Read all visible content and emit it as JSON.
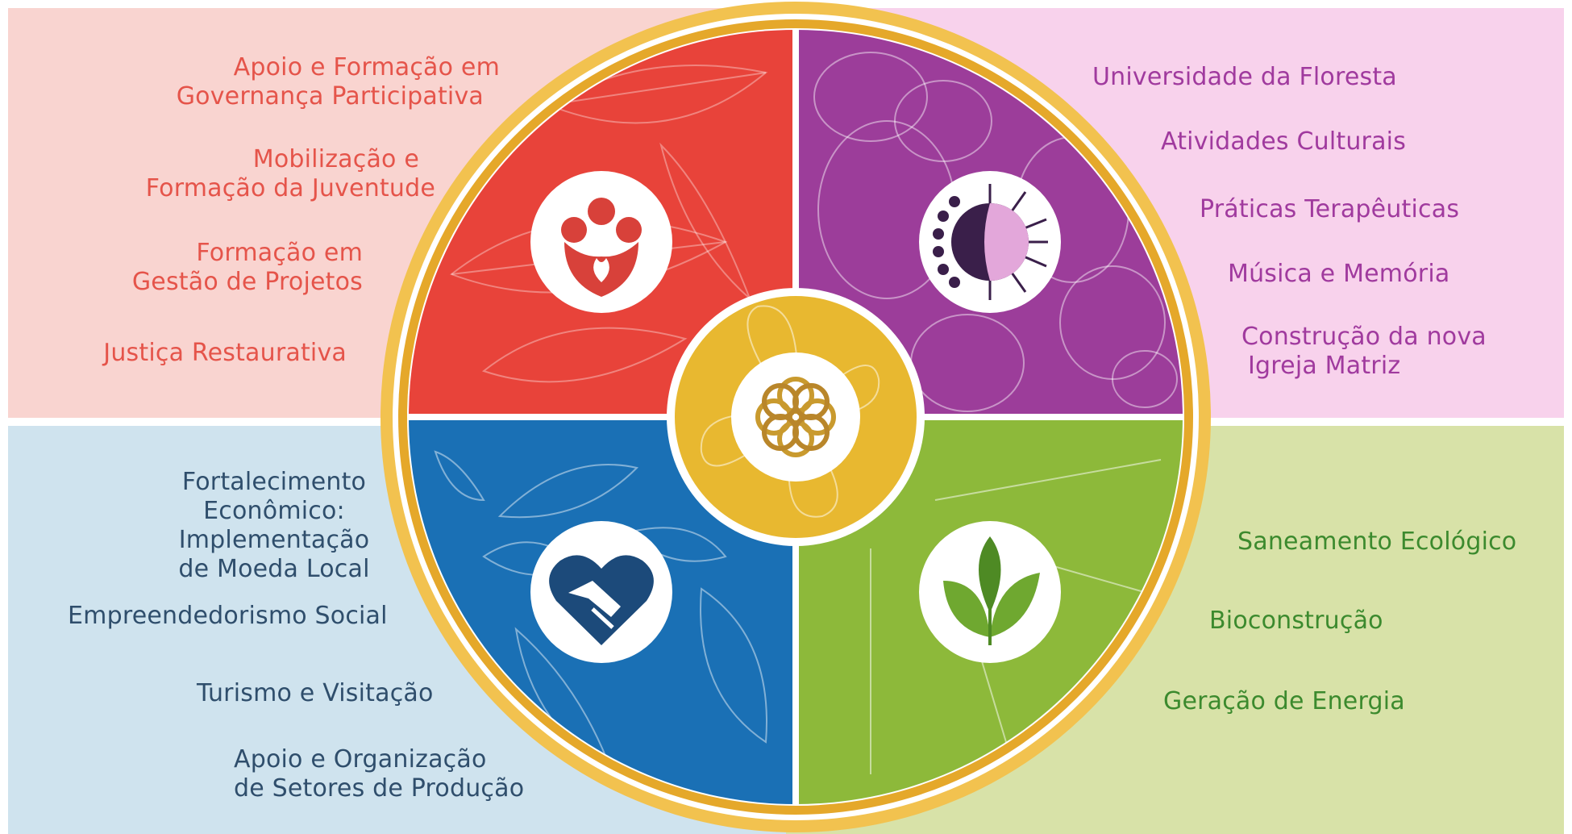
{
  "colors": {
    "red_bg": "#F9D4D0",
    "purple_bg": "#F8D2EC",
    "blue_bg": "#CFE3EE",
    "green_bg": "#D8E2A8",
    "red_text": "#E5544A",
    "purple_text": "#A03A9E",
    "blue_text": "#2F4E6C",
    "green_text": "#3C8A2E",
    "ring": "#E5A82A",
    "red_quadrant": "#E8433A",
    "purple_quadrant": "#9C3D9A",
    "blue_quadrant": "#1A70B5",
    "green_quadrant": "#8DB93A",
    "center": "#E8B830"
  },
  "quadrants": {
    "top_left": {
      "icon": "family-icon",
      "items": [
        [
          "Apoio e Formação em",
          "Governança Participativa"
        ],
        [
          "Mobilização e",
          "Formação da Juventude"
        ],
        [
          "Formação em",
          "Gestão de Projetos"
        ],
        [
          "Justiça Restaurativa"
        ]
      ]
    },
    "top_right": {
      "icon": "sun-moon-face-icon",
      "items": [
        [
          "Universidade da Floresta"
        ],
        [
          "Atividades Culturais"
        ],
        [
          "Práticas Terapêuticas"
        ],
        [
          "Música e Memória"
        ],
        [
          "Construção da nova",
          "Igreja Matriz"
        ]
      ]
    },
    "bottom_left": {
      "icon": "handshake-heart-icon",
      "items": [
        [
          "Fortalecimento",
          "Econômico:",
          "Implementação",
          "de Moeda Local"
        ],
        [
          "Empreendedorismo Social"
        ],
        [
          "Turismo e Visitação"
        ],
        [
          "Apoio e Organização",
          "de Setores de Produção"
        ]
      ]
    },
    "bottom_right": {
      "icon": "leaves-icon",
      "items": [
        [
          "Saneamento Ecológico"
        ],
        [
          "Bioconstrução"
        ],
        [
          "Geração de Energia"
        ]
      ]
    }
  },
  "center": {
    "icon": "mandala-flower-icon"
  }
}
